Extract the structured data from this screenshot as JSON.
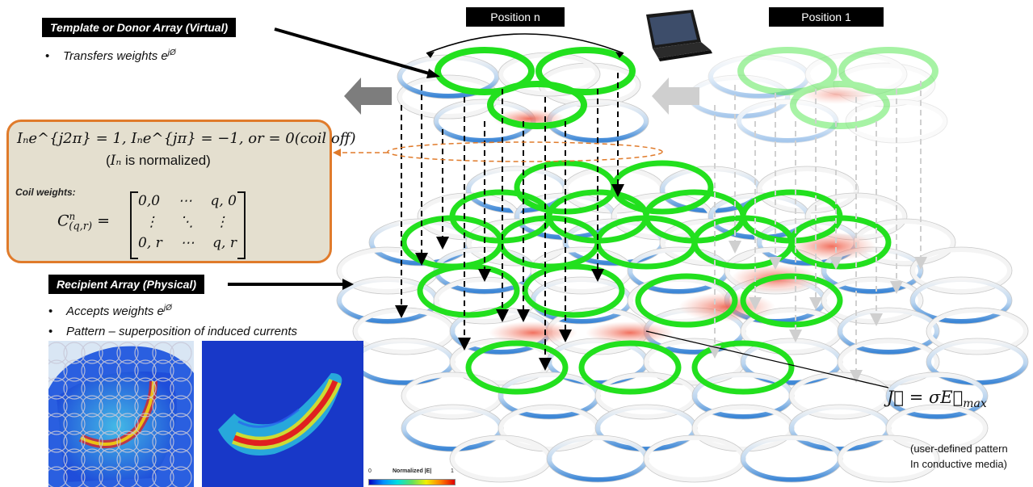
{
  "labels": {
    "position_n": "Position n",
    "position_1": "Position 1",
    "template_title": "Template or Donor Array (Virtual)",
    "template_bullet": "Transfers weights e",
    "template_bullet_sup": "jØ",
    "recipient_title": "Recipient Array (Physical)",
    "recipient_bullet_1": "Accepts weights e",
    "recipient_bullet_1_sup": "jØ",
    "recipient_bullet_2": "Pattern – superposition of induced currents",
    "current_eq": "J⃗ = σE⃗",
    "current_eq_sub": "max",
    "user_pattern_1": "(user-defined pattern",
    "user_pattern_2": "In conductive media)"
  },
  "math_box": {
    "line1": "Iₙe^{j2π} = 1, Iₙe^{jπ} = −1, or = 0(coil off)",
    "line2_prefix": "(",
    "line2_var": "Iₙ",
    "line2_suffix": " is normalized)",
    "coil_weights_label": "Coil weights:",
    "matrix_lhs": "C",
    "matrix_lhs_sup": "n",
    "matrix_lhs_sub": "(q,r)",
    "matrix_row1": [
      "0,0",
      "⋯",
      "q, 0"
    ],
    "matrix_row2": [
      "⋮",
      "⋱",
      "⋮"
    ],
    "matrix_row3": [
      "0, r",
      "⋯",
      "q, r"
    ]
  },
  "colorbar": {
    "min": "0",
    "label": "Normalized |E|",
    "max": "1"
  },
  "colors": {
    "coil_active": "#22e01e",
    "coil_blue": "#4a90d9",
    "coil_white": "#f2f2f2",
    "accent_orange": "#e07b2b",
    "math_bg": "#e4dfcf",
    "hotspot": "#f08070"
  },
  "icons": [
    "laptop-icon",
    "arrow-left-icon"
  ]
}
